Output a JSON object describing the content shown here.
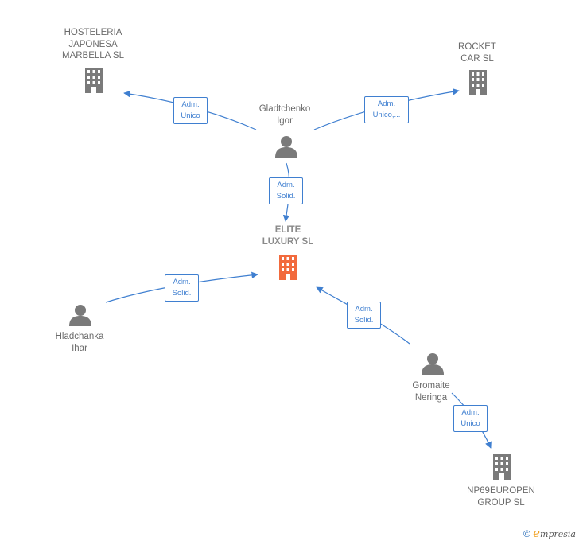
{
  "nodes": {
    "hosteleria": {
      "lines": [
        "HOSTELERIA",
        "JAPONESA",
        "MARBELLA SL"
      ]
    },
    "rocket": {
      "lines": [
        "ROCKET",
        "CAR  SL"
      ]
    },
    "gladtchenko": {
      "lines": [
        "Gladtchenko",
        "Igor"
      ]
    },
    "elite": {
      "lines": [
        "ELITE",
        "LUXURY  SL"
      ]
    },
    "hladchanka": {
      "lines": [
        "Hladchanka",
        "Ihar"
      ]
    },
    "gromaite": {
      "lines": [
        "Gromaite",
        "Neringa"
      ]
    },
    "np69": {
      "lines": [
        "NP69EUROPEN",
        "GROUP  SL"
      ]
    }
  },
  "edges": {
    "glad_hosteleria": {
      "lines": [
        "Adm.",
        "Unico"
      ]
    },
    "glad_rocket": {
      "lines": [
        "Adm.",
        "Unico,..."
      ]
    },
    "glad_elite": {
      "lines": [
        "Adm.",
        "Solid."
      ]
    },
    "hlad_elite": {
      "lines": [
        "Adm.",
        "Solid."
      ]
    },
    "grom_elite": {
      "lines": [
        "Adm.",
        "Solid."
      ]
    },
    "grom_np69": {
      "lines": [
        "Adm.",
        "Unico"
      ]
    }
  },
  "footer": {
    "copyright": "©",
    "brand_first": "e",
    "brand_rest": "mpresia"
  },
  "colors": {
    "company": "#7a7a7a",
    "main_company": "#f26a3d",
    "person": "#7a7a7a",
    "edge": "#3f7fd0"
  }
}
